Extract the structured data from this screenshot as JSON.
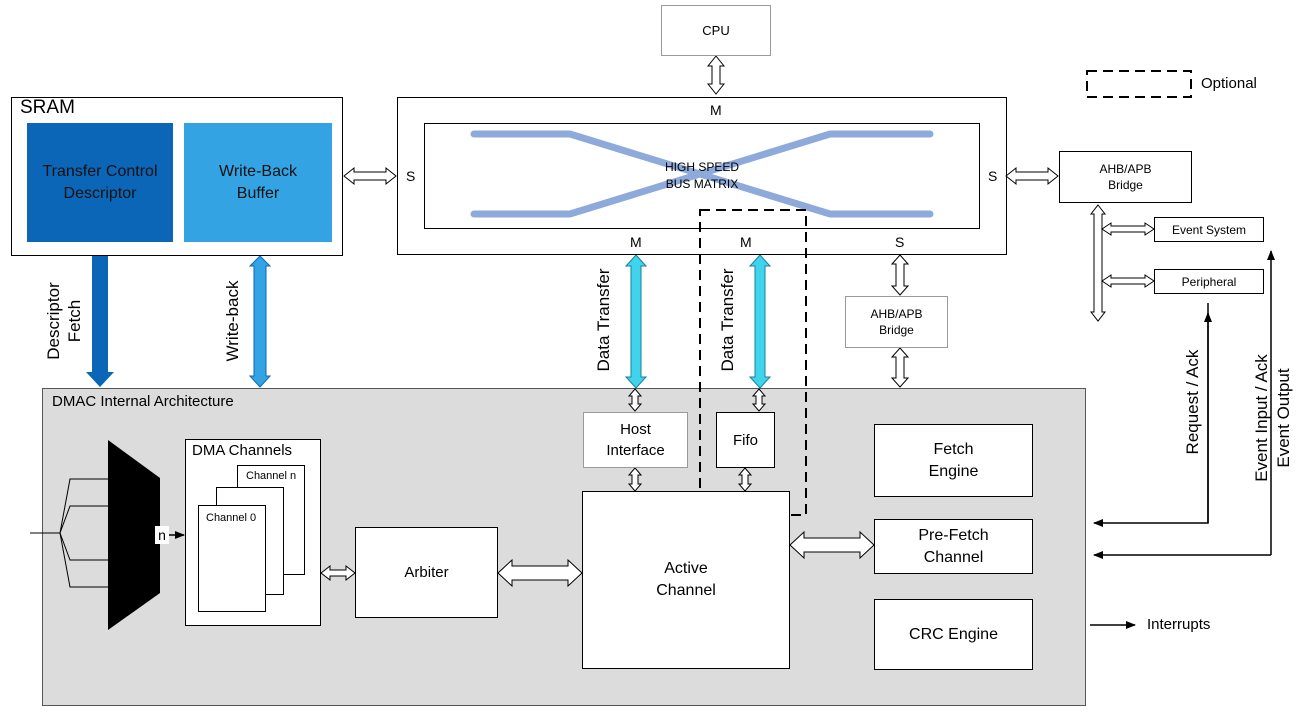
{
  "legend": {
    "optional": "Optional"
  },
  "cpu": {
    "label": "CPU"
  },
  "sram": {
    "title": "SRAM",
    "tcd": "Transfer Control Descriptor",
    "wbb": "Write-Back Buffer"
  },
  "bus": {
    "label": "HIGH SPEED BUS MATRIX",
    "port_top": "M",
    "port_left": "S",
    "port_right": "S",
    "port_m1": "M",
    "port_m2": "M",
    "port_s": "S"
  },
  "bridge_right": {
    "label": "AHB/APB Bridge"
  },
  "event_system": {
    "label": "Event System"
  },
  "peripheral": {
    "label": "Peripheral"
  },
  "bridge_mid": {
    "label": "AHB/APB Bridge"
  },
  "links": {
    "descriptor_fetch": "Descriptor Fetch",
    "write_back": "Write-back",
    "data_transfer_1": "Data Transfer",
    "data_transfer_2": "Data Transfer",
    "request_ack": "Request / Ack",
    "event_input_ack": "Event Input / Ack",
    "event_output": "Event Output",
    "interrupts": "Interrupts"
  },
  "dmac": {
    "title": "DMAC Internal Architecture",
    "mux_label": "n",
    "dma_channels": "DMA Channels",
    "channel_n": "Channel n",
    "channel_0": "Channel 0",
    "arbiter": "Arbiter",
    "active_channel": "Active Channel",
    "host_interface": "Host Interface",
    "fifo": "Fifo",
    "fetch_engine": "Fetch Engine",
    "prefetch_channel": "Pre-Fetch Channel",
    "crc_engine": "CRC Engine"
  },
  "colors": {
    "sram_dark": "#0B66B8",
    "sram_light": "#33A3E3",
    "bus_line": "#8EAADB",
    "data_arrow": "#3FD3EC",
    "dmac_bg": "#DCDCDC"
  }
}
